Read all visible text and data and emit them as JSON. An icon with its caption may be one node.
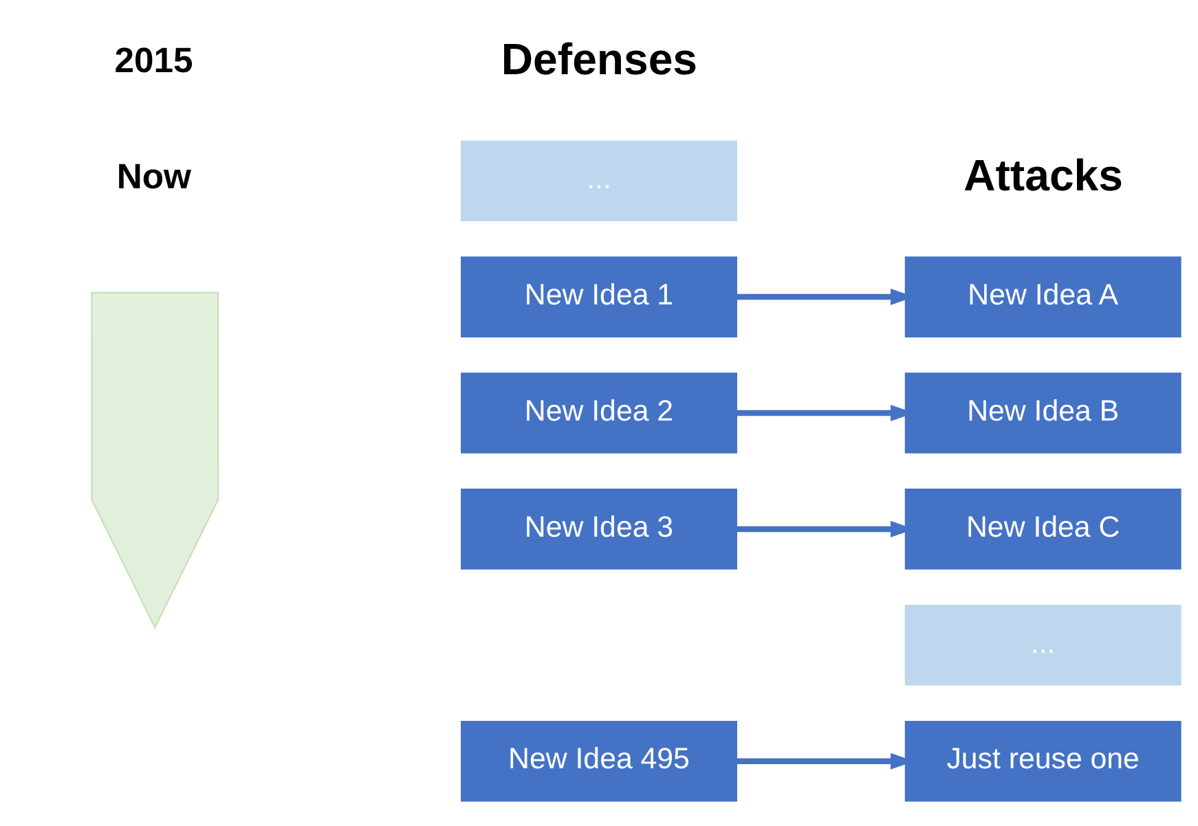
{
  "diagram": {
    "nodes": [
      {
        "text": [
          "New Idea 1"
        ]
      },
      {
        "text": [
          "New Idea 2"
        ]
      },
      {
        "text": [
          "New Idea 3"
        ]
      },
      {
        "text": [
          "..."
        ]
      },
      {
        "text": [
          "New Idea 495"
        ]
      },
      {
        "text": [
          "New Idea A"
        ]
      },
      {
        "text": [
          "New Idea B"
        ]
      },
      {
        "text": [
          "New Idea C"
        ]
      },
      {
        "text": [
          "..."
        ]
      },
      {
        "text": [
          "Just reuse one"
        ]
      },
      {
        "text": [],
        "shape": "arrow"
      }
    ],
    "edges": [
      {
        "from": 0,
        "to": 5,
        "arrow": "to"
      },
      {
        "from": 1,
        "to": 6,
        "arrow": "to"
      },
      {
        "from": 2,
        "to": 7,
        "arrow": "to"
      },
      {
        "from": 4,
        "to": 9,
        "arrow": "to"
      }
    ],
    "labels": [
      "Defenses",
      "Attacks",
      "2015",
      "Now"
    ]
  }
}
